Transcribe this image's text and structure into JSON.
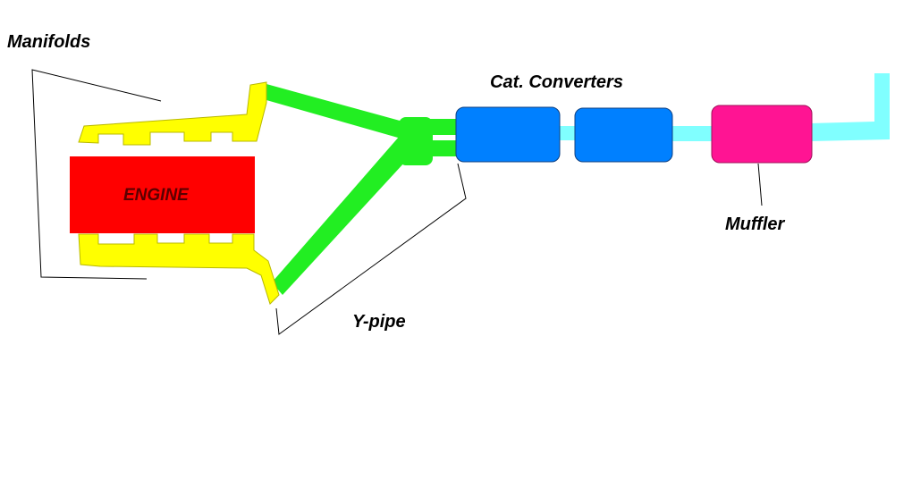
{
  "labels": {
    "manifolds": "Manifolds",
    "engine": "ENGINE",
    "cat_converters": "Cat. Converters",
    "y_pipe": "Y-pipe",
    "muffler": "Muffler"
  },
  "colors": {
    "engine": "#ff0000",
    "manifold": "#ffff00",
    "manifold_outline": "#b8b800",
    "y_pipe": "#22ee22",
    "cat_converter": "#0080ff",
    "muffler": "#ff1493",
    "tailpipe": "#80ffff",
    "leader_line": "#000000"
  }
}
